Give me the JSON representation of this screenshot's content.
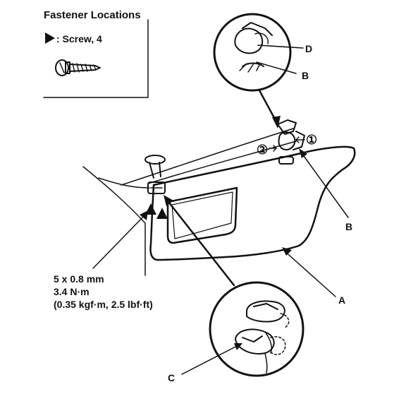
{
  "title": "Fastener Locations",
  "legend": {
    "symbol_label": ": Screw, 4",
    "icon": "screw-icon"
  },
  "spec": {
    "size": "5 x 0.8 mm",
    "torque_nm": "3.4 N·m",
    "torque_alt": "(0.35 kgf·m, 2.5 lbf·ft)"
  },
  "callouts": {
    "a": "A",
    "b_top": "B",
    "b_right": "B",
    "c": "C",
    "d": "D"
  },
  "steps": {
    "one": "①",
    "two": "②"
  },
  "colors": {
    "ink": "#111111",
    "paper": "#ffffff"
  }
}
